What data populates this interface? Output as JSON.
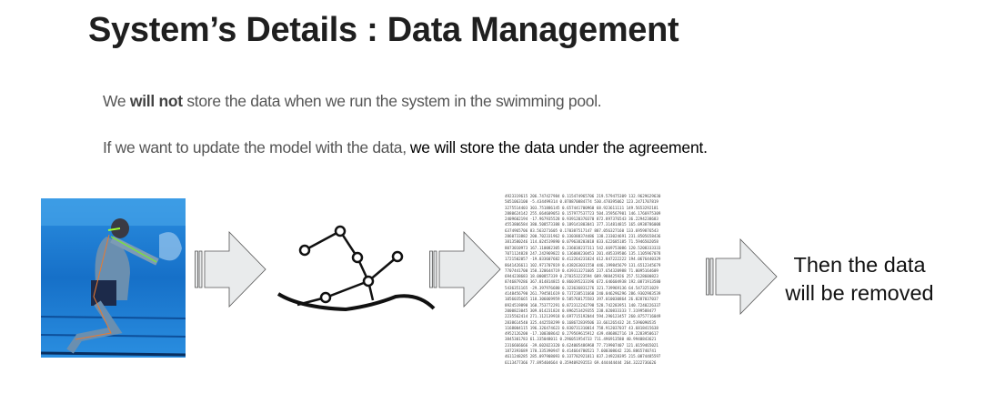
{
  "slide": {
    "title": "System’s Details : Data Management",
    "line1": {
      "pre": "We ",
      "bold": "will not",
      "post": " store the data when we run the system in the swimming pool."
    },
    "line2": {
      "pre": "If we want to update the model with the data,",
      "highlight": "we will store the data under the agreement."
    },
    "pipeline": {
      "step1_icon": "swimmer-pose-photo",
      "step2_icon": "skeleton-pose-diagram",
      "step3_icon": "numeric-data-table",
      "final_line1": "Then the data",
      "final_line2": "will be removed"
    },
    "colors": {
      "pool": "#1a7fd4",
      "arrow_fill": "#e9ebec",
      "arrow_stroke": "#555555"
    }
  }
}
